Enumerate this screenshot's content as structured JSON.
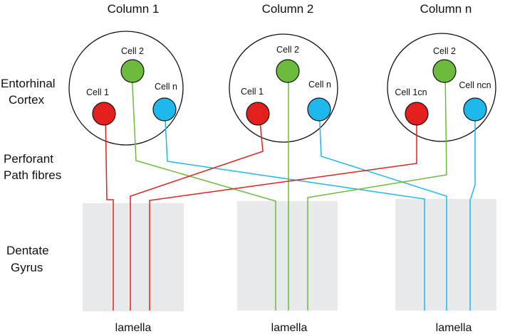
{
  "columns": [
    {
      "title": "Column 1",
      "cells": [
        "Cell 1",
        "Cell 2",
        "Cell n"
      ]
    },
    {
      "title": "Column 2",
      "cells": [
        "Cell 1",
        "Cell 2",
        "Cell n"
      ]
    },
    {
      "title": "Column n",
      "cells": [
        "Cell 1cn",
        "Cell 2",
        "Cell ncn"
      ]
    }
  ],
  "row_labels": {
    "entorhinal": [
      "Entorhinal",
      "Cortex"
    ],
    "perforant": [
      "Perforant",
      "Path fibres"
    ],
    "dentate": [
      "Dentate",
      "Gyrus"
    ]
  },
  "lamellae": [
    "lamella",
    "lamella",
    "lamella"
  ],
  "colors": {
    "cell_1": "#e3201e",
    "cell_2": "#6cbb3c",
    "cell_n": "#1eb8ec",
    "lamella_fill": "#e8e9ea",
    "outline": "#111111"
  }
}
